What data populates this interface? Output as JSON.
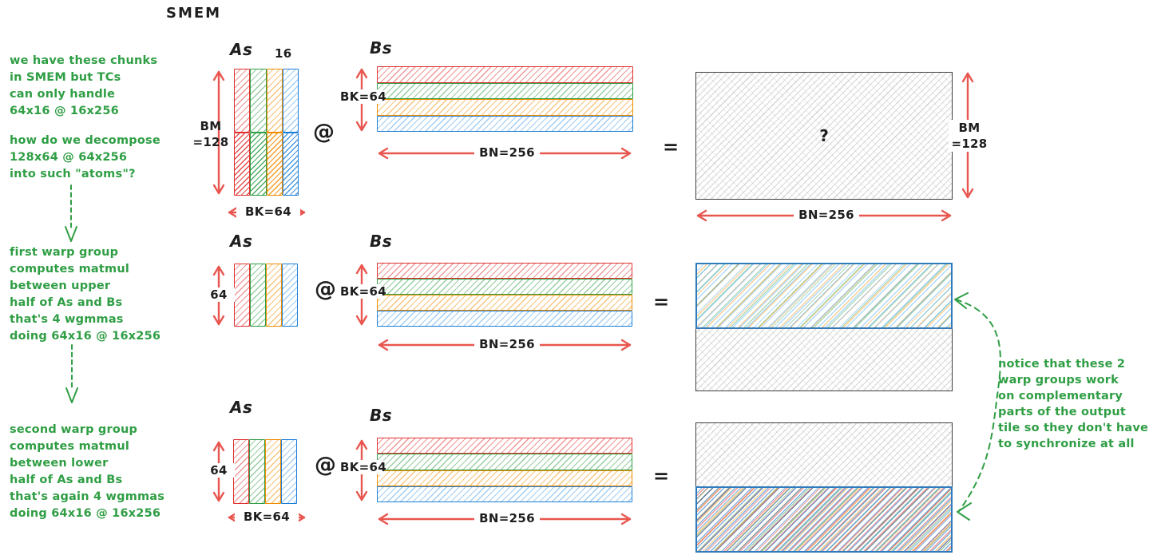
{
  "title": "SMEM",
  "colors": {
    "red": "#e03131",
    "green": "#2f9e44",
    "orange": "#f08c00",
    "blue": "#1c7ed6",
    "arrow_red": "#e8564f",
    "annotation_green": "#2f9e44",
    "ink": "#1e1e1e"
  },
  "annotations": {
    "chunks_note": [
      "we have these chunks",
      "in SMEM but TCs",
      "can only handle",
      "64x16 @ 16x256"
    ],
    "decompose_note": [
      "how do we decompose",
      "128x64 @ 64x256",
      "into such \"atoms\"?"
    ],
    "first_warp_note": [
      "first warp group",
      "computes matmul",
      "between upper",
      "half of As and Bs",
      "that's 4 wgmmas",
      "doing 64x16 @ 16x256"
    ],
    "second_warp_note": [
      "second warp group",
      "computes matmul",
      "between lower",
      "half of As and Bs",
      "that's again 4 wgmmas",
      "doing 64x16 @ 16x256"
    ],
    "complementary_note": [
      "notice that these 2",
      "warp groups work",
      "on complementary",
      "parts of the output",
      "tile so they don't have",
      "to synchronize at all"
    ]
  },
  "row1": {
    "as_label": "As",
    "as_chunk_label": "16",
    "bm_top": "BM",
    "bm_bottom": "=128",
    "as_bk_label": "BK=64",
    "at": "@",
    "bs_label": "Bs",
    "bs_bk_label": "BK=64",
    "bn_label": "BN=256",
    "equals": "=",
    "out_question": "?",
    "out_bm_top": "BM",
    "out_bm_bottom": "=128",
    "out_bn_label": "BN=256"
  },
  "row2": {
    "as_label": "As",
    "as_height_label": "64",
    "at": "@",
    "bs_label": "Bs",
    "bs_bk_label": "BK=64",
    "bn_label": "BN=256",
    "equals": "="
  },
  "row3": {
    "as_label": "As",
    "as_height_label": "64",
    "as_bk_label": "BK=64",
    "at": "@",
    "bs_label": "Bs",
    "bs_bk_label": "BK=64",
    "bn_label": "BN=256",
    "equals": "="
  }
}
